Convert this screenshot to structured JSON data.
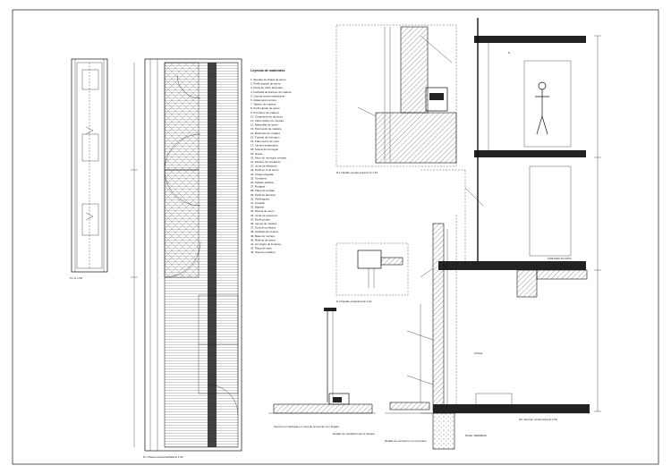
{
  "legend": {
    "title": "Leyenda de materiales",
    "items": [
      "1. Remate de chapa de acero",
      "2. Perfil angular de acero",
      "3. Pieza de vidrio laminado",
      "4. Fachada de listones de madera",
      "5. Lámina impermeabilizante",
      "6. Aislamiento térmico",
      "7. Tablero de madera",
      "8. Perfil tubular de acero",
      "9. Premarco de madera",
      "10. Carpintería de aluminio",
      "11. Vidrio doble con cámara",
      "12. Barandilla de acero",
      "13. Pavimento de madera",
      "14. Rastreles de madera",
      "15. Forjado de hormigón",
      "16. Falso techo de yeso",
      "17. Lámina separadora",
      "18. Solera de hormigón",
      "19. Grava",
      "20. Muro de hormigón armado",
      "21. Mortero de nivelación",
      "22. Junta de dilatación",
      "23. Perfil en U de acero",
      "24. Chapa plegada",
      "25. Tornillería",
      "26. Sellado elástico",
      "27. Rodapié",
      "28. Placa de anclaje",
      "29. Perfil de aluminio",
      "30. Vierteaguas",
      "31. Canalón",
      "32. Bajante",
      "33. Pletina de acero",
      "34. Junta de neopreno",
      "35. Perfil tubular",
      "36. Lamas de madera",
      "37. Guía de persiana",
      "38. Acabado de pintura",
      "39. Base de mortero",
      "40. Relleno de arena",
      "41. Hormigón de limpieza",
      "42. Placa de yeso",
      "43. Soporte metálico"
    ]
  },
  "captions": {
    "elevation": "Pn.   E 1:50",
    "plan": "Pn.   Planta parcial fachada E 1:50",
    "detail_top": "D.1  Detalle remate superior E 1:10",
    "detail_small": "D.2  Detalle carpintería E 1:10",
    "detail_bottom_left": "Sección por fachada en zona de encuentro con forjado",
    "detail_bottom_mid": "Detalle de ventilación de la cámara",
    "detail_bottom_right": "Detalle de encuentro con el terreno",
    "section": "D3. Sección constructiva E 1:50",
    "floor_label_upper": "FORJADO PLANTA",
    "floor_label_lower": "NIVEL TERRENO",
    "room_label": "LOCAL"
  },
  "north_arrow_label": "N",
  "colors": {
    "ink": "#111111",
    "border": "#333333",
    "paper": "#ffffff"
  }
}
